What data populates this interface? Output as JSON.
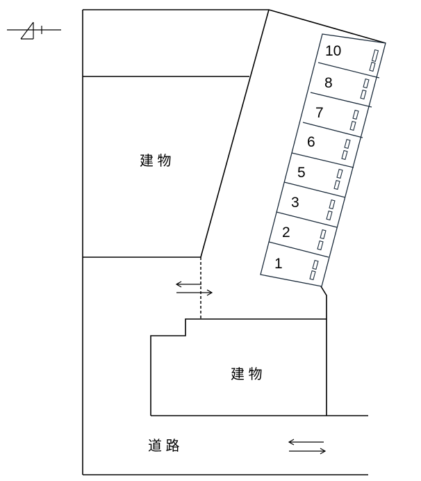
{
  "labels": {
    "building_top": "建 物",
    "building_bottom": "建 物",
    "road": "道 路"
  },
  "parking": {
    "spaces": [
      "1",
      "2",
      "3",
      "5",
      "6",
      "7",
      "8",
      "10"
    ]
  },
  "compass": {
    "icon": "north-arrow-icon"
  },
  "colors": {
    "line": "#000000",
    "slot_border": "#1a2a3a"
  }
}
